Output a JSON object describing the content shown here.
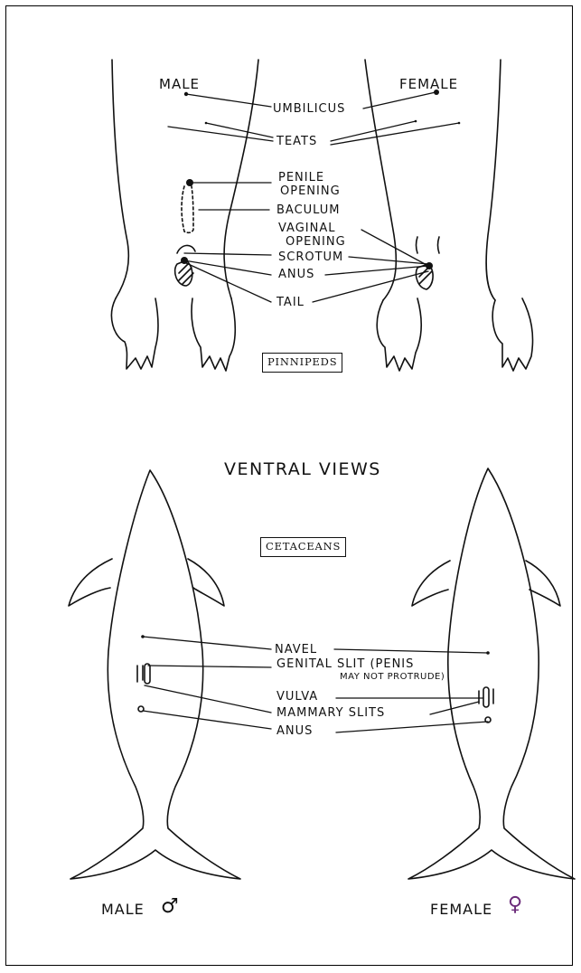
{
  "pinnipeds": {
    "male_label": "MALE",
    "female_label": "FEMALE",
    "umbilicus": "UMBILICUS",
    "teats": "TEATS",
    "penile_opening_1": "PENILE",
    "penile_opening_2": "OPENING",
    "baculum": "BACULUM",
    "vaginal_opening_1": "VAGINAL",
    "vaginal_opening_2": "OPENING",
    "scrotum": "SCROTUM",
    "anus": "ANUS",
    "tail": "TAIL",
    "box_label": "PINNIPEDS"
  },
  "center_title": "VENTRAL VIEWS",
  "cetaceans": {
    "box_label": "CETACEANS",
    "navel": "NAVEL",
    "genital_slit": "GENITAL SLIT (PENIS",
    "genital_slit_note": "MAY NOT PROTRUDE)",
    "vulva": "VULVA",
    "mammary_slits": "MAMMARY SLITS",
    "anus": "ANUS",
    "male_label": "MALE",
    "female_label": "FEMALE",
    "male_symbol": "♂",
    "female_symbol": "♀"
  },
  "colors": {
    "female_symbol": "#6b2b7a",
    "ink": "#111111"
  }
}
